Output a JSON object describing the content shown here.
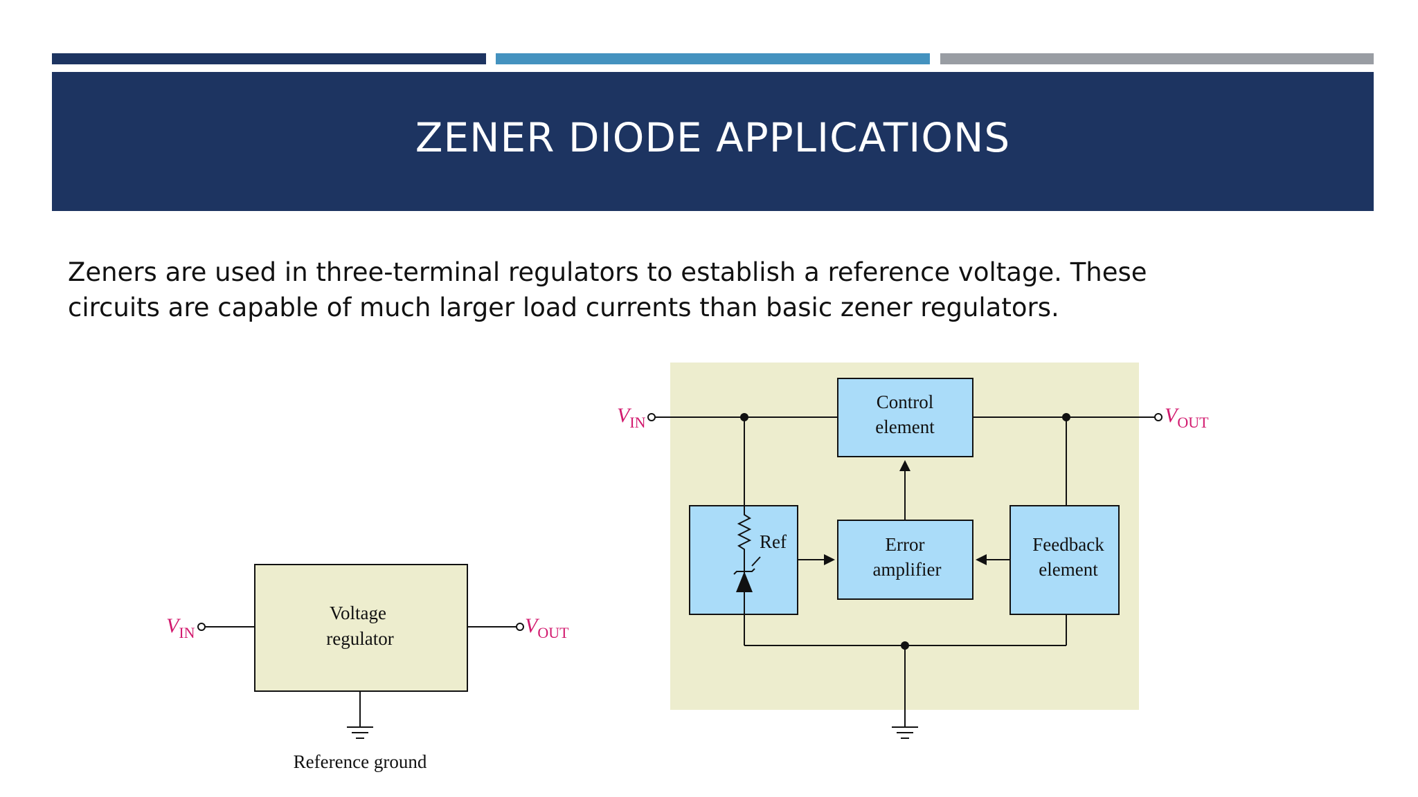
{
  "slide": {
    "title": "ZENER DIODE APPLICATIONS",
    "body_line1": "Zeners are used in three-terminal regulators to establish a reference voltage. These",
    "body_line2": "circuits are capable of much larger load currents than basic zener regulators."
  },
  "colors": {
    "title_band": "#1d3461",
    "accent_bar_1": "#1d3461",
    "accent_bar_2": "#4492bf",
    "accent_bar_3": "#999da3",
    "regulator_box_fill": "#ededce",
    "block_fill": "#aadcf9",
    "terminal_label": "#d21a6e"
  },
  "diagram_left": {
    "vin_main": "V",
    "vin_sub": "IN",
    "vout_main": "V",
    "vout_sub": "OUT",
    "box_line1": "Voltage",
    "box_line2": "regulator",
    "ground_label": "Reference ground"
  },
  "diagram_right": {
    "vin_main": "V",
    "vin_sub": "IN",
    "vout_main": "V",
    "vout_sub": "OUT",
    "control_line1": "Control",
    "control_line2": "element",
    "ref_label": "Ref",
    "error_line1": "Error",
    "error_line2": "amplifier",
    "feedback_line1": "Feedback",
    "feedback_line2": "element"
  }
}
